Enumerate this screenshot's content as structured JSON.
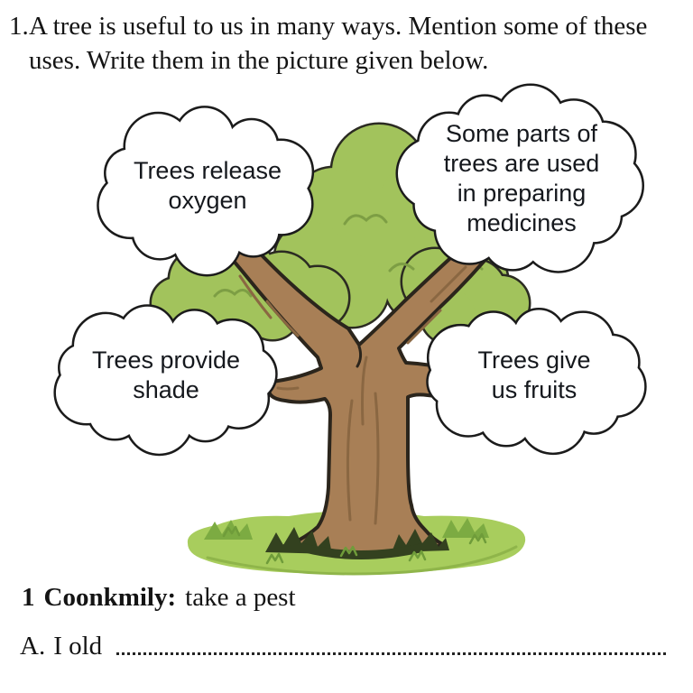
{
  "question": {
    "number": "1.",
    "text": "A tree is useful to us in many ways. Mention some of these\nuses. Write them in the picture given below."
  },
  "tree_diagram": {
    "bubbles": [
      {
        "position": "top-left",
        "label": "Trees release\noxygen"
      },
      {
        "position": "top-right",
        "label": "Some parts of\ntrees are used\nin preparing\nmedicines"
      },
      {
        "position": "bottom-left",
        "label": "Trees provide\nshade"
      },
      {
        "position": "bottom-right",
        "label": "Trees give\nus fruits"
      }
    ],
    "colors": {
      "foliage": "#a2c35c",
      "foliage_line": "#7d9e44",
      "foliage_outline": "#2b2b22",
      "trunk": "#a87f56",
      "trunk_shade": "#8a6742",
      "trunk_outline": "#2b251c",
      "grass": "#a8cd5d",
      "grass_edge": "#8fb54a",
      "grass_tuft": "#7cab42",
      "grass_mark": "#6f9c3a",
      "grass_shadow": "#33411f",
      "cloud_fill": "#ffffff",
      "cloud_outline": "#1b1b1b"
    }
  },
  "footer": {
    "item_number": "1",
    "keyword": "Coonkmily:",
    "phrase": "take a pest",
    "answer_label": "A.",
    "answer_text": "I old"
  }
}
